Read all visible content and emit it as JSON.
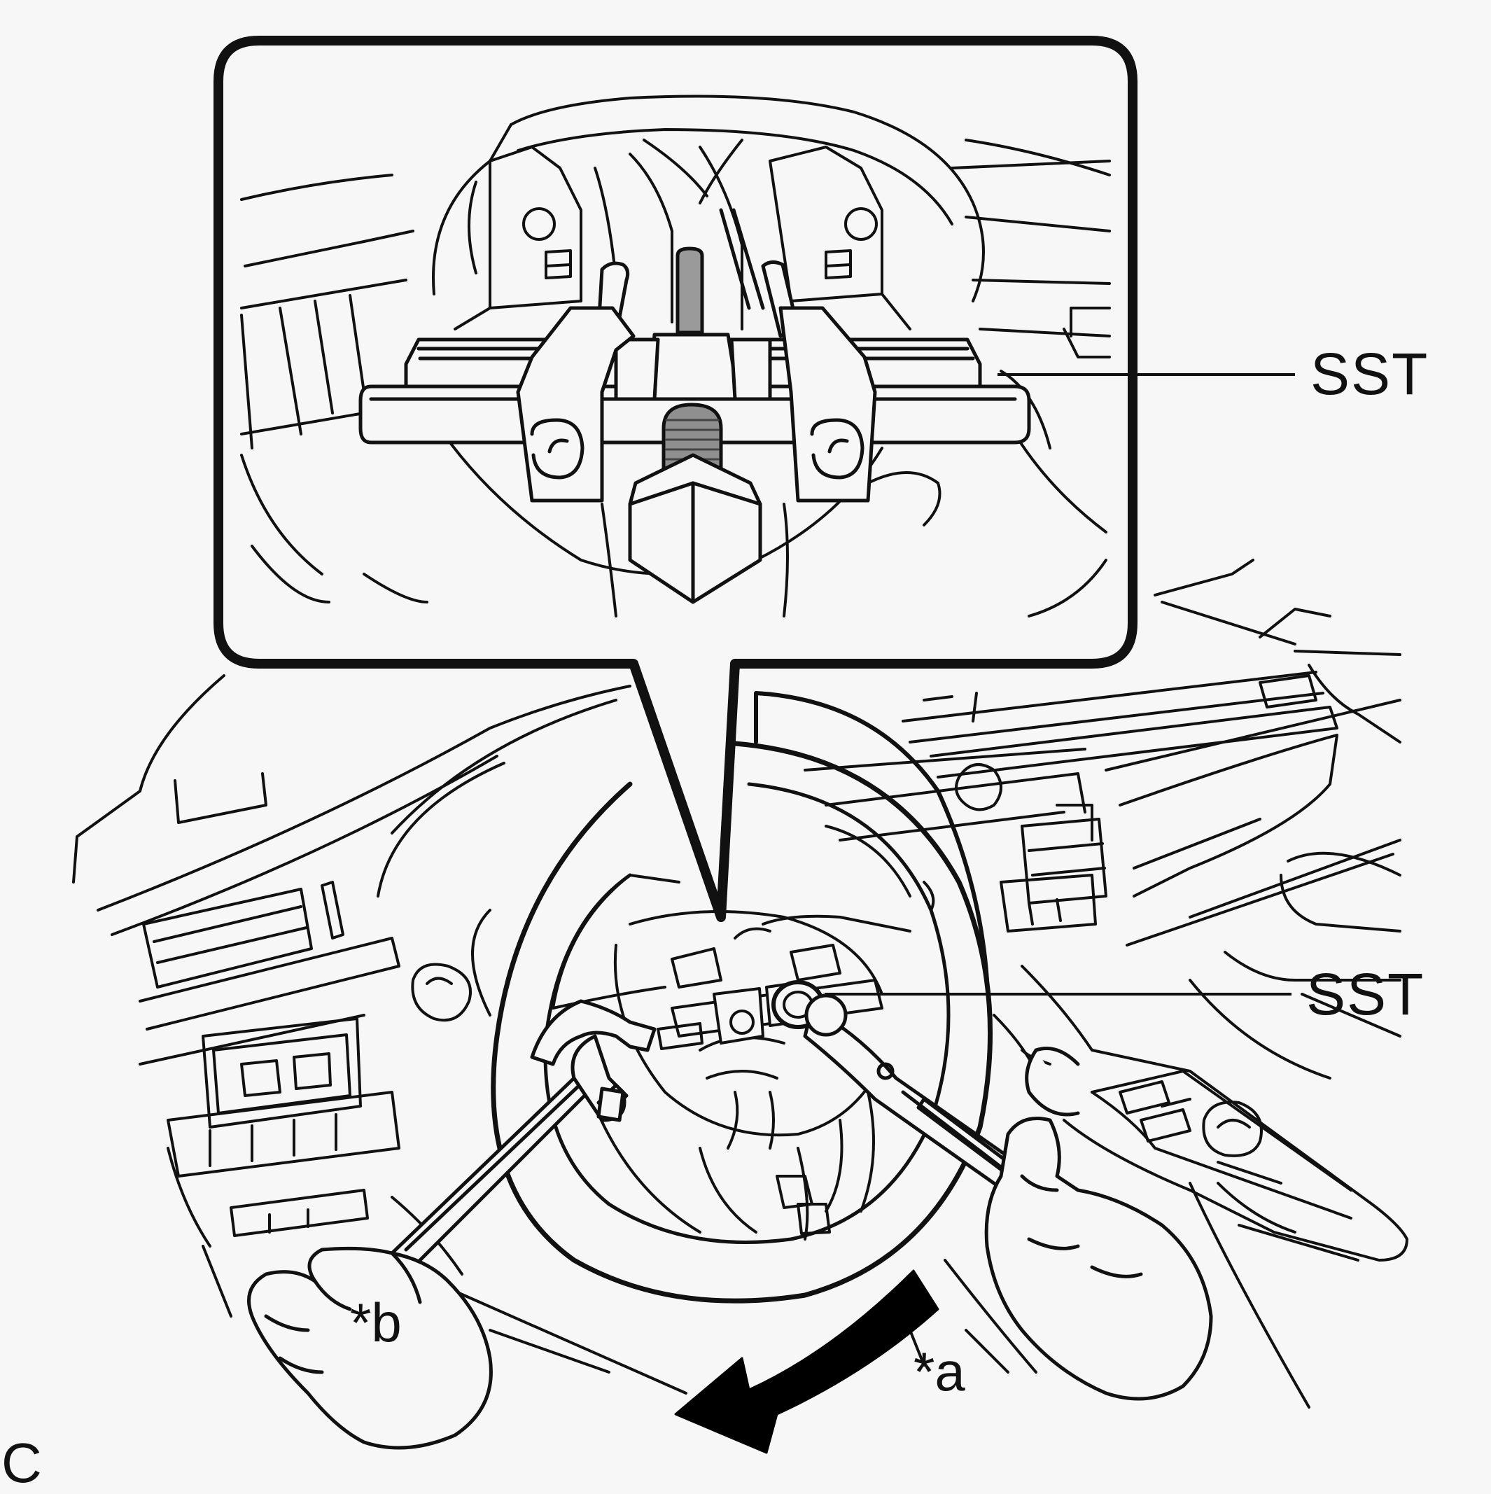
{
  "labels": {
    "sst_top": "SST",
    "sst_bottom": "SST",
    "star_a": "*a",
    "star_b": "*b",
    "corner": "C"
  },
  "colors": {
    "background": "#f7f7f7",
    "line": "#111111",
    "tool_fill": "#cfcfcf",
    "arrow_fill": "#000000"
  }
}
